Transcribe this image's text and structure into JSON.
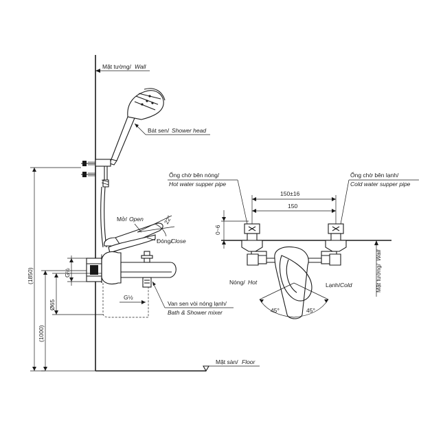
{
  "labels": {
    "wall_vi": "Mặt tường/",
    "wall_en": "Wall",
    "shower_head_vi": "Bát sen/",
    "shower_head_en": "Shower head",
    "open_vi": "Mở/",
    "open_en": "Open",
    "close_vi": "Đóng/",
    "close_en": "Close",
    "mixer_vi": "Van sen vòi nóng lạnh/",
    "mixer_en": "Bath & Shower mixer",
    "floor_vi": "Mặt sàn/",
    "floor_en": "Floor",
    "hot_pipe_vi": "Ống chờ bên nóng/",
    "hot_pipe_en": "Hot water supper pipe",
    "cold_pipe_vi": "Ống chờ bên lạnh/",
    "cold_pipe_en": "Cold water supper pipe",
    "hot_vi": "Nóng/",
    "hot_en": "Hot",
    "cold_vi": "Lạnh/",
    "cold_en": "Cold",
    "wall_right_vi": "Mặt tường/",
    "wall_right_en": "Wall"
  },
  "dimensions": {
    "total_height": "(1850)",
    "mixer_height": "(1000)",
    "diameter": "Ø65",
    "thread_g_half_left": "G½",
    "thread_g_half_bottom": "G½",
    "angle_open": "22°",
    "spacing_tol": "150±16",
    "spacing": "150",
    "offset": "0~6",
    "angle_left": "45°",
    "angle_right": "45°"
  }
}
